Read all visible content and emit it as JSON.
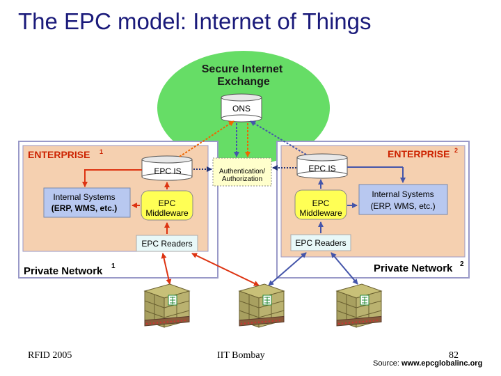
{
  "slide": {
    "title": "The EPC model: Internet of Things",
    "footer_left": "RFID 2005",
    "footer_center": "IIT Bombay",
    "page_number": "82",
    "source_prefix": "Source: ",
    "source_url": "www.epcglobalinc.org"
  },
  "diagram": {
    "exchange_line1": "Secure Internet",
    "exchange_line2": "Exchange",
    "ons": "ONS",
    "enterprise1": "ENTERPRISE",
    "enterprise1_sup": "1",
    "enterprise2": "ENTERPRISE",
    "enterprise2_sup": "2",
    "epc_is": "EPC IS",
    "auth_line1": "Authentication/",
    "auth_line2": "Authorization",
    "internal_line1": "Internal Systems",
    "internal1_line2": "(ERP, WMS, etc.)",
    "internal2_line2": "(ERP, WMS, etc.)",
    "middleware_line1": "EPC",
    "middleware_line2": "Middleware",
    "readers": "EPC Readers",
    "private1": "Private Network",
    "private1_sup": "1",
    "private2": "Private Network",
    "private2_sup": "2"
  },
  "colors": {
    "exchange": "#66dd66",
    "enterprise": "#f5d0b0",
    "network_border": "#9999c8",
    "enterprise_label": "#cc2200",
    "internal": "#b8c8f0",
    "middleware": "#ffff55",
    "auth": "#ffffcc",
    "readers": "#e8f8f8",
    "arrow_red": "#dd3311",
    "arrow_blue": "#4455aa",
    "arrow_orange": "#ee6600"
  }
}
